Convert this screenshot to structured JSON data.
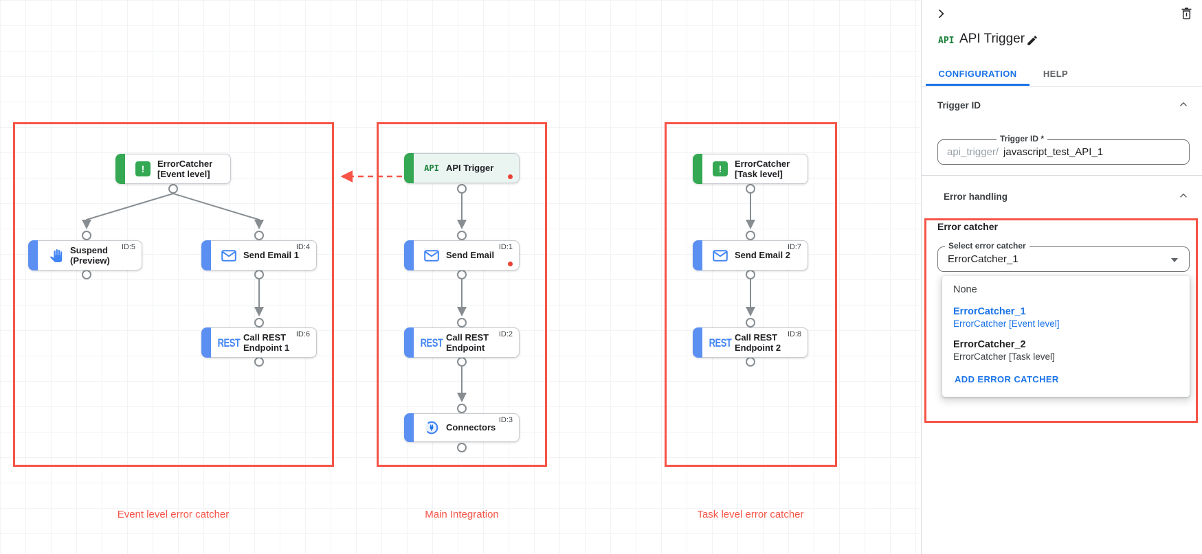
{
  "colors": {
    "accent_blue": "#1A73E8",
    "node_blue": "#4285F4",
    "node_green": "#34A853",
    "callout_red": "#F55446",
    "dot_red": "#E94235",
    "wire_gray": "#878D91"
  },
  "canvas": {
    "groups": [
      {
        "label": "Event level error catcher"
      },
      {
        "label": "Main Integration"
      },
      {
        "label": "Task level error catcher"
      }
    ],
    "api_icon_text": "API",
    "rest_icon_text": "REST",
    "bang_icon_text": "!",
    "nodes": {
      "trigger": {
        "line1": "API Trigger",
        "line2": "",
        "badge": ""
      },
      "se_main": {
        "line1": "Send Email",
        "line2": "",
        "badge": "ID:1"
      },
      "rest_main": {
        "line1": "Call REST",
        "line2": "Endpoint",
        "badge": "ID:2"
      },
      "connectors": {
        "line1": "Connectors",
        "line2": "",
        "badge": "ID:3"
      },
      "ec_event": {
        "line1": "ErrorCatcher",
        "line2": "[Event level]",
        "badge": ""
      },
      "suspend": {
        "line1": "Suspend",
        "line2": "(Preview)",
        "badge": "ID:5"
      },
      "se1": {
        "line1": "Send Email 1",
        "line2": "",
        "badge": "ID:4"
      },
      "cr1": {
        "line1": "Call REST",
        "line2": "Endpoint 1",
        "badge": "ID:6"
      },
      "ec_task": {
        "line1": "ErrorCatcher",
        "line2": "[Task level]",
        "badge": ""
      },
      "se2": {
        "line1": "Send Email 2",
        "line2": "",
        "badge": "ID:7"
      },
      "cr2": {
        "line1": "Call REST",
        "line2": "Endpoint 2",
        "badge": "ID:8"
      }
    }
  },
  "panel": {
    "title": "API Trigger",
    "tabs": {
      "configuration": "CONFIGURATION",
      "help": "HELP"
    },
    "trigger_id": {
      "heading": "Trigger ID",
      "label": "Trigger ID *",
      "prefix": "api_trigger/",
      "value": "javascript_test_API_1"
    },
    "error_handling": {
      "heading": "Error handling",
      "group_label": "Error catcher",
      "select_label": "Select error catcher",
      "select_value": "ErrorCatcher_1",
      "menu": {
        "none": "None",
        "opt1_title": "ErrorCatcher_1",
        "opt1_sub": "ErrorCatcher [Event level]",
        "opt2_title": "ErrorCatcher_2",
        "opt2_sub": "ErrorCatcher [Task level]",
        "add": "ADD ERROR CATCHER"
      }
    }
  }
}
